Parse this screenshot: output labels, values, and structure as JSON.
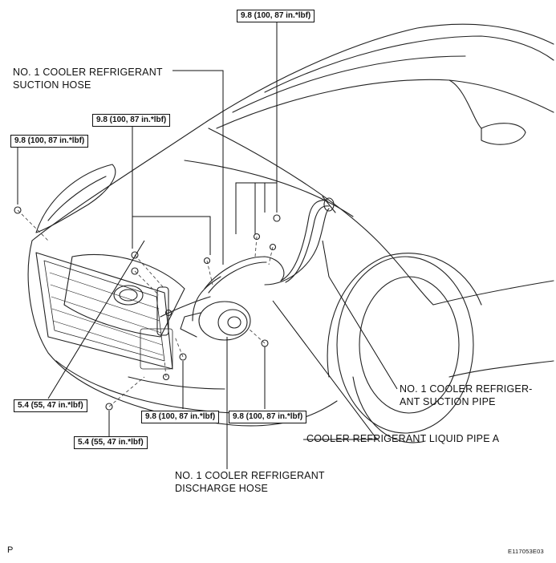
{
  "torque_labels": {
    "t_top": "9.8 (100, 87 in.*lbf)",
    "t_mid": "9.8 (100, 87 in.*lbf)",
    "t_left": "9.8 (100, 87 in.*lbf)",
    "t_bot_left": "5.4 (55, 47 in.*lbf)",
    "t_bot_left2": "5.4 (55, 47 in.*lbf)",
    "t_bot_mid": "9.8 (100, 87 in.*lbf)",
    "t_bot_right": "9.8 (100, 87 in.*lbf)"
  },
  "part_labels": {
    "suction_hose_1": "NO. 1 COOLER REFRIGERANT",
    "suction_hose_2": "SUCTION HOSE",
    "suction_pipe_1": "NO. 1 COOLER REFRIGER-",
    "suction_pipe_2": "ANT SUCTION PIPE",
    "liquid_pipe": "COOLER REFRIGERANT LIQUID PIPE A",
    "discharge_hose_1": "NO. 1 COOLER REFRIGERANT",
    "discharge_hose_2": "DISCHARGE HOSE"
  },
  "footer": {
    "page_marker": "P",
    "figure_code": "E117053E03"
  }
}
